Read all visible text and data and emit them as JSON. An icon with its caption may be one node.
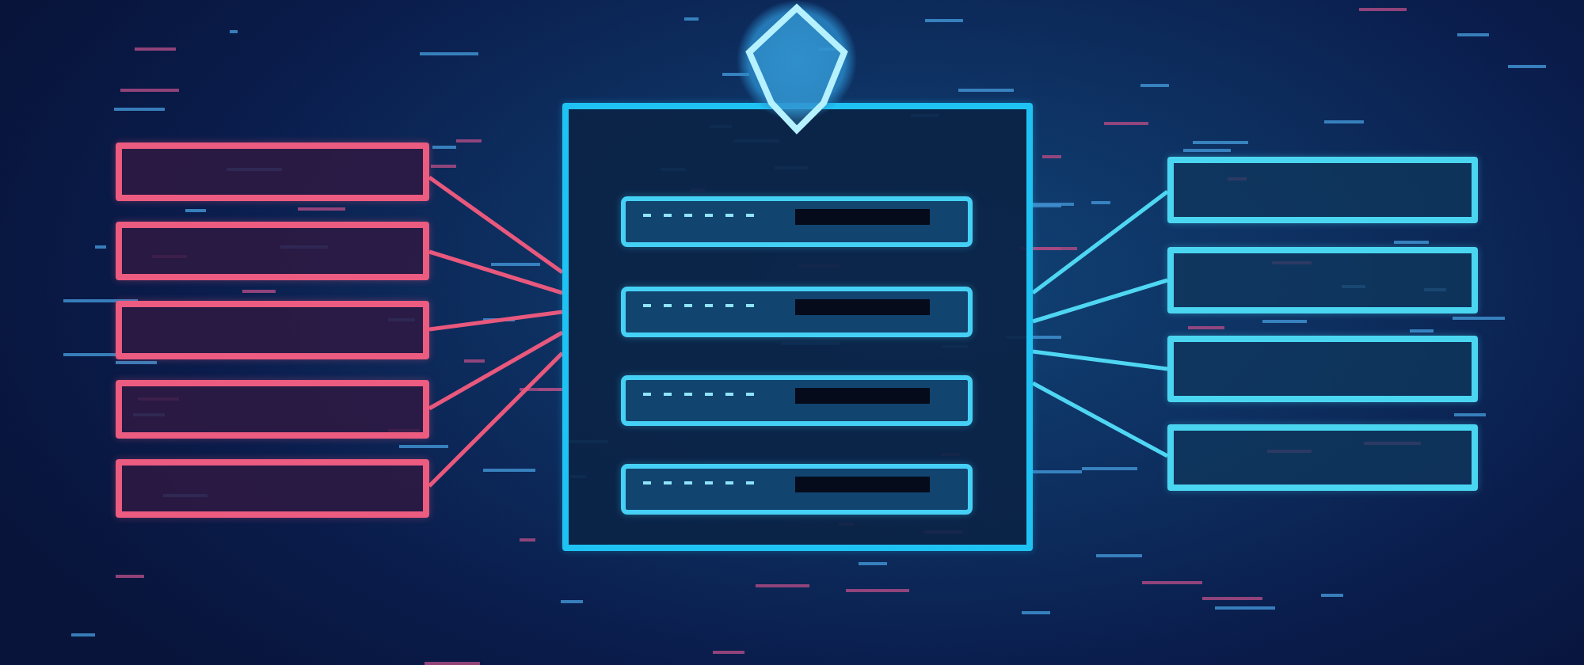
{
  "diagram": {
    "nodes": [
      {
        "text": [],
        "shape": "box"
      },
      {
        "text": [],
        "shape": "box"
      },
      {
        "text": [],
        "shape": "box"
      },
      {
        "text": [],
        "shape": "box"
      },
      {
        "text": [],
        "shape": "box"
      },
      {
        "text": [],
        "shape": "shield"
      },
      {
        "text": [],
        "shape": "box"
      },
      {
        "text": [],
        "shape": "bar",
        "in": 6
      },
      {
        "text": [],
        "shape": "bar",
        "in": 6
      },
      {
        "text": [],
        "shape": "bar",
        "in": 6
      },
      {
        "text": [],
        "shape": "bar",
        "in": 6
      },
      {
        "text": [],
        "shape": "box"
      },
      {
        "text": [],
        "shape": "box"
      },
      {
        "text": [],
        "shape": "box"
      },
      {
        "text": [],
        "shape": "box"
      }
    ],
    "edges": [
      {
        "from": 0,
        "to": 6,
        "arrow": "none"
      },
      {
        "from": 1,
        "to": 6,
        "arrow": "none"
      },
      {
        "from": 2,
        "to": 6,
        "arrow": "none"
      },
      {
        "from": 3,
        "to": 6,
        "arrow": "none"
      },
      {
        "from": 4,
        "to": 6,
        "arrow": "none"
      },
      {
        "from": 6,
        "to": 11,
        "arrow": "none",
        "color": "#4fd6f2"
      },
      {
        "from": 6,
        "to": 12,
        "arrow": "none",
        "color": "#4fd6f2"
      },
      {
        "from": 6,
        "to": 13,
        "arrow": "none",
        "color": "#4fd6f2"
      },
      {
        "from": 6,
        "to": 14,
        "arrow": "none",
        "color": "#4fd6f2"
      }
    ]
  }
}
